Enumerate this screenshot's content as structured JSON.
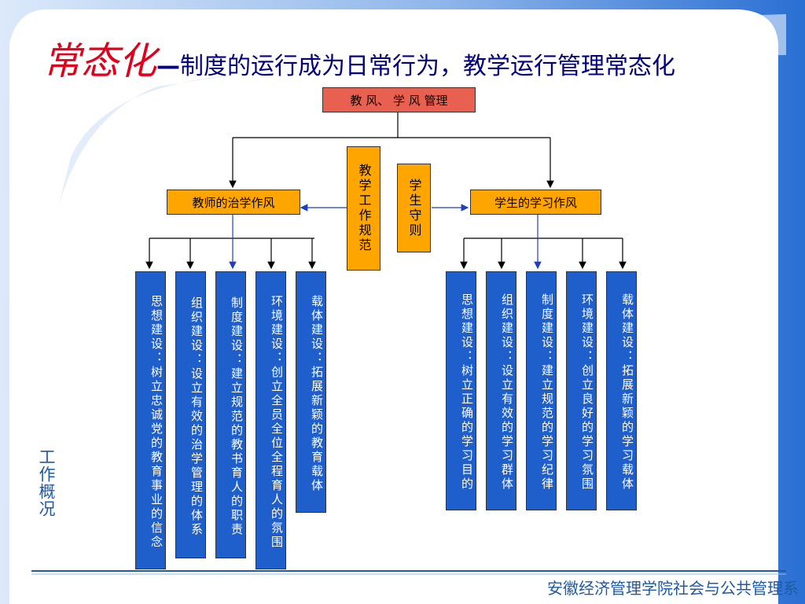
{
  "title": {
    "emphasis": "常态化",
    "dash": "—",
    "rest": "制度的运行成为日常行为，教学运行管理常态化"
  },
  "top_box": "教 风、 学 风 管理",
  "left_box": "教师的治学作风",
  "right_box": "学生的学习作风",
  "center_left": "教学工作规范",
  "center_right": "学生守则",
  "teacher_items": [
    "思想建设：树立忠诚党的教育事业的信念",
    "组织建设：设立有效的治学管理的体系",
    "制度建设：建立规范的教书育人的职责",
    "环境建设：创立全员全位全程育人的氛围",
    "载体建设：拓展新颖的教育载体"
  ],
  "student_items": [
    "思想建设：树立正确的学习目的",
    "组织建设：设立有效的学习群体",
    "制度建设：建立规范的学习纪律",
    "环境建设：创立良好的学习氛围",
    "载体建设：拓展新颖的学习载体"
  ],
  "side_label": "工作概况",
  "footer": "安徽经济管理学院社会与公共管理系",
  "colors": {
    "title_emphasis": "#e3001b",
    "title": "#000080",
    "top_box": "#e8604f",
    "orange_box": "#ffa500",
    "blue_box": "#1f5fcc"
  }
}
